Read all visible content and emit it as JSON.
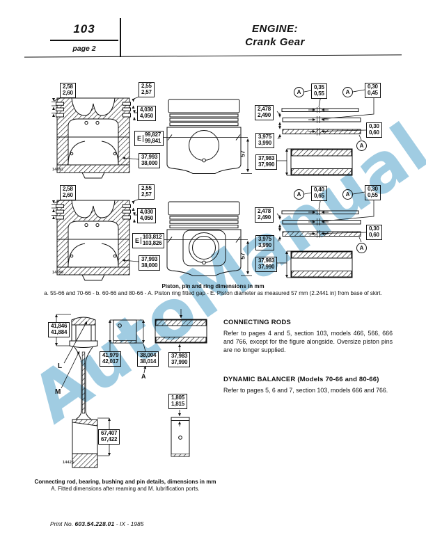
{
  "header": {
    "code": "103",
    "page": "page 2",
    "title1": "ENGINE:",
    "title2": "Crank Gear"
  },
  "watermark": "AutoManual",
  "fig_a": {
    "fig_no": "14592",
    "land_h": {
      "a": "2,58",
      "b": "2,60"
    },
    "groove1": {
      "a": "2,55",
      "b": "2,57"
    },
    "groove3": {
      "a": "4,030",
      "b": "4,050"
    },
    "diam": {
      "prefix": "E",
      "a": "99,827",
      "b": "99,841"
    },
    "pin_bore": {
      "a": "37,993",
      "b": "38,000"
    },
    "gap1": {
      "a": "0,35",
      "b": "0,55"
    },
    "gap2": {
      "a": "0,30",
      "b": "0,45"
    },
    "gap3": {
      "a": "0,30",
      "b": "0,60"
    },
    "ring2_h": {
      "a": "2,478",
      "b": "2,490"
    },
    "ring3_h": {
      "a": "3,975",
      "b": "3,990"
    },
    "pin_od": {
      "a": "37,983",
      "b": "37,990"
    },
    "skirt_dim": "57",
    "ring_letter": "A"
  },
  "fig_b": {
    "fig_no": "14598",
    "land_h": {
      "a": "2,58",
      "b": "2,60"
    },
    "groove1": {
      "a": "2,55",
      "b": "2,57"
    },
    "groove3": {
      "a": "4,030",
      "b": "4,050"
    },
    "diam": {
      "prefix": "E",
      "a": "103,812",
      "b": "103,826"
    },
    "pin_bore": {
      "a": "37,993",
      "b": "38,000"
    },
    "gap1": {
      "a": "0,40",
      "b": "0,65"
    },
    "gap2": {
      "a": "0,30",
      "b": "0,55"
    },
    "gap3": {
      "a": "0,30",
      "b": "0,60"
    },
    "ring2_h": {
      "a": "2,478",
      "b": "2,490"
    },
    "ring3_h": {
      "a": "3,975",
      "b": "3,990"
    },
    "pin_od": {
      "a": "37,983",
      "b": "37,990"
    },
    "skirt_dim": "57",
    "ring_letter": "A"
  },
  "caption_pistons": {
    "title": "Piston, pin and ring dimensions in mm",
    "body": "a. 55-66 and 70-66 - b. 60-66 and 80-66 - A. Piston ring fitted gap - E. Piston diameter as measured 57 mm (2.2441 in) from base of skirt."
  },
  "fig_rod": {
    "fig_no": "14425",
    "small_end_od": {
      "a": "41,846",
      "b": "41,884"
    },
    "bush_od": {
      "a": "41,979",
      "b": "42,017"
    },
    "bush_id": {
      "a": "38,004",
      "b": "38,014"
    },
    "pin_od": {
      "a": "37,983",
      "b": "37,990"
    },
    "bearing_th": {
      "a": "1,805",
      "b": "1,815"
    },
    "big_end": {
      "a": "67,407",
      "b": "67,422"
    },
    "letter_L": "L",
    "letter_M": "M",
    "letter_A": "A"
  },
  "caption_rod": {
    "title": "Connecting rod, bearing, bushing and pin details, dimen­sions in mm",
    "note": "A. Fitted dimensions after reaming and M. lubrification ports."
  },
  "sections": {
    "rods_heading": "CONNECTING RODS",
    "rods_body": "Refer to pages 4 and 5, section 103, models 466, 566, 666 and 766, except for the figure alongside. Oversize piston pins are no longer supplied.",
    "balancer_heading": "DYNAMIC BALANCER (Models 70-66 and 80-66)",
    "balancer_body": "Refer to pages 5, 6 and 7, section 103, models 666 and 766."
  },
  "footer": {
    "prefix": "Print No.",
    "number": "603.54.228.01",
    "suffix": "- IX - 1985"
  }
}
